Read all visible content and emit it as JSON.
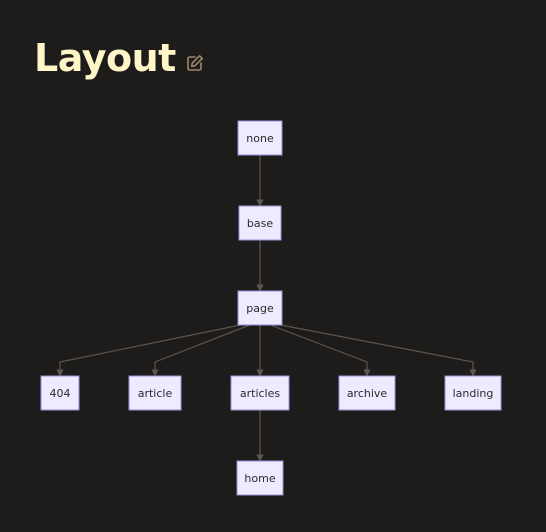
{
  "page": {
    "title": "Layout",
    "edit_icon": "edit-icon"
  },
  "diagram": {
    "type": "flowchart",
    "nodes": [
      {
        "id": "none",
        "label": "none"
      },
      {
        "id": "base",
        "label": "base"
      },
      {
        "id": "page",
        "label": "page"
      },
      {
        "id": "404",
        "label": "404"
      },
      {
        "id": "article",
        "label": "article"
      },
      {
        "id": "articles",
        "label": "articles"
      },
      {
        "id": "archive",
        "label": "archive"
      },
      {
        "id": "landing",
        "label": "landing"
      },
      {
        "id": "home",
        "label": "home"
      }
    ],
    "edges": [
      {
        "from": "none",
        "to": "base"
      },
      {
        "from": "base",
        "to": "page"
      },
      {
        "from": "page",
        "to": "404"
      },
      {
        "from": "page",
        "to": "article"
      },
      {
        "from": "page",
        "to": "articles"
      },
      {
        "from": "page",
        "to": "archive"
      },
      {
        "from": "page",
        "to": "landing"
      },
      {
        "from": "articles",
        "to": "home"
      }
    ],
    "colors": {
      "node_fill": "#ecebff",
      "node_border": "#9c8fdc",
      "edge": "#5b5652",
      "title": "#fff6c8",
      "background": "#1e1c1a"
    }
  }
}
